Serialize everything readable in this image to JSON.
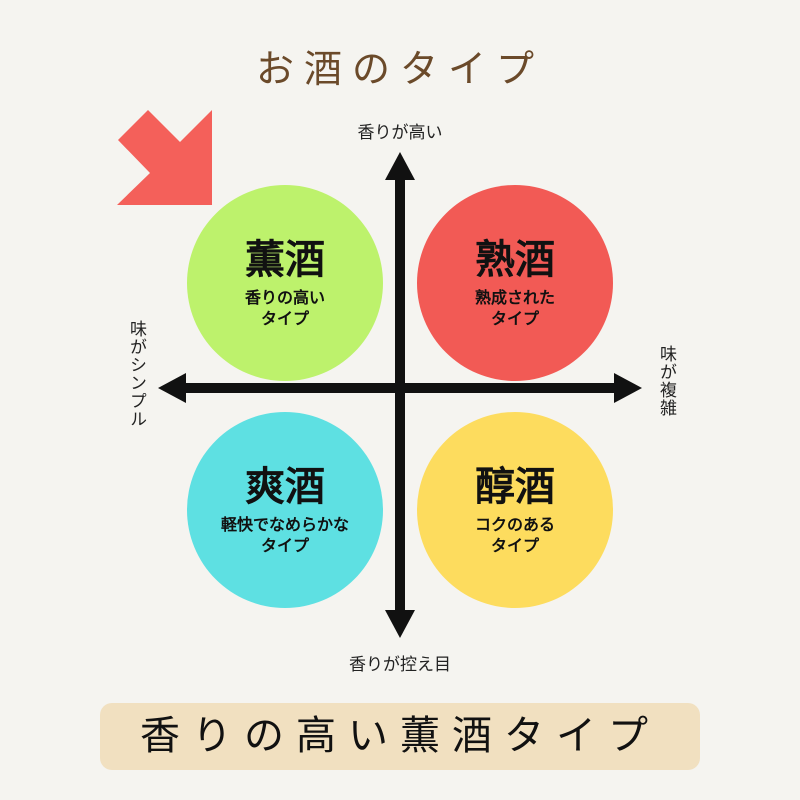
{
  "title": "お酒のタイプ",
  "axes": {
    "top": "香りが高い",
    "bottom": "香りが控え目",
    "left": "味がシンプル",
    "right": "味が複雑"
  },
  "quadrants": [
    {
      "name": "薫酒",
      "desc1": "香りの高い",
      "desc2": "タイプ",
      "color": "#bdf26c"
    },
    {
      "name": "熟酒",
      "desc1": "熟成された",
      "desc2": "タイプ",
      "color": "#f25a55"
    },
    {
      "name": "爽酒",
      "desc1": "軽快でなめらかな",
      "desc2": "タイプ",
      "color": "#5ee0e2"
    },
    {
      "name": "醇酒",
      "desc1": "コクのある",
      "desc2": "タイプ",
      "color": "#fddc5e"
    }
  ],
  "pointer_color": "#f4605a",
  "banner": "香りの高い薫酒タイプ"
}
